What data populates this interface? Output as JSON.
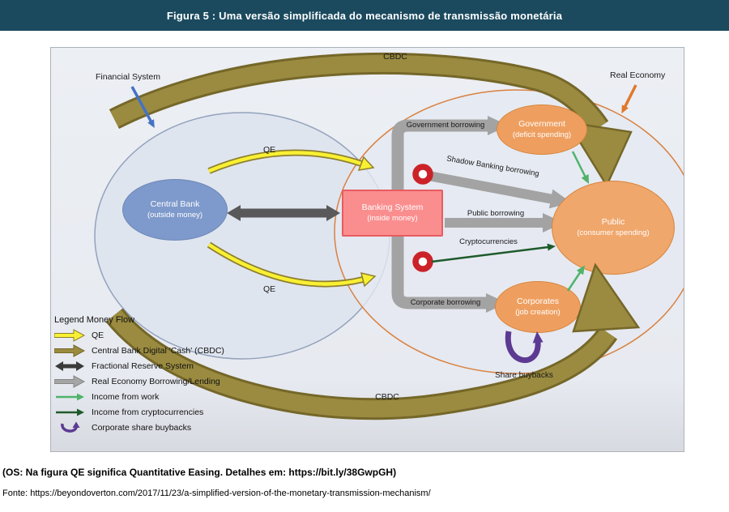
{
  "header": {
    "title": "Figura 5 : Uma versão simplificada do mecanismo de transmissão monetária"
  },
  "diagram": {
    "regions": {
      "financial_system": "Financial System",
      "real_economy": "Real Economy"
    },
    "nodes": {
      "central_bank": {
        "title": "Central Bank",
        "subtitle": "(outside money)"
      },
      "banking_system": {
        "title": "Banking System",
        "subtitle": "(inside money)"
      },
      "government": {
        "title": "Government",
        "subtitle": "(deficit spending)"
      },
      "public": {
        "title": "Public",
        "subtitle": "(consumer spending)"
      },
      "corporates": {
        "title": "Corporates",
        "subtitle": "(job creation)"
      }
    },
    "flows": {
      "cbdc_top": "CBDC",
      "cbdc_bottom": "CBDC",
      "qe_top": "QE",
      "qe_bottom": "QE",
      "government_borrowing": "Government borrowing",
      "shadow_banking_borrowing": "Shadow Banking borrowing",
      "public_borrowing": "Public borrowing",
      "cryptocurrencies": "Cryptocurrencies",
      "corporate_borrowing": "Corporate borrowing",
      "share_buybacks": "Share buybacks"
    },
    "legend": {
      "title": "Legend Money Flow",
      "items": [
        {
          "label": "QE",
          "icon": "qe-arrow",
          "color": "#F8F032"
        },
        {
          "label": "Central Bank Digital 'Cash' (CBDC)",
          "icon": "cbdc-arrow",
          "color": "#9A8B40"
        },
        {
          "label": "Fractional Reserve System",
          "icon": "double-headed-arrow",
          "color": "#595959"
        },
        {
          "label": "Real Economy Borrowing/Lending",
          "icon": "block-arrow",
          "color": "#A3A3A3"
        },
        {
          "label": "Income from work",
          "icon": "thin-arrow",
          "color": "#4FB36A"
        },
        {
          "label": "Income from cryptocurrencies",
          "icon": "thin-arrow",
          "color": "#1E5B2B"
        },
        {
          "label": "Corporate share buybacks",
          "icon": "u-curve-arrow",
          "color": "#5C3A92"
        }
      ]
    }
  },
  "footer": {
    "note": "(OS: Na figura QE significa Quantitative Easing. Detalhes em: https://bit.ly/38GwpGH)",
    "source": "Fonte: https://beyondoverton.com/2017/11/23/a-simplified-version-of-the-monetary-transmission-mechanism/"
  },
  "colors": {
    "header_bg": "#1B4A5F",
    "qe_yellow": "#F8F032",
    "cbdc_olive": "#9A8B40",
    "fractional_dark": "#595959",
    "borrowing_gray": "#A3A3A3",
    "income_green": "#4FB36A",
    "crypto_green": "#1E5B2B",
    "buyback_purple": "#5C3A92",
    "central_bank_blue": "#7E99CB",
    "banking_pink": "#FA8E8F",
    "economy_orange": "#EE9F60",
    "shadow_node_red": "#CB2229"
  }
}
